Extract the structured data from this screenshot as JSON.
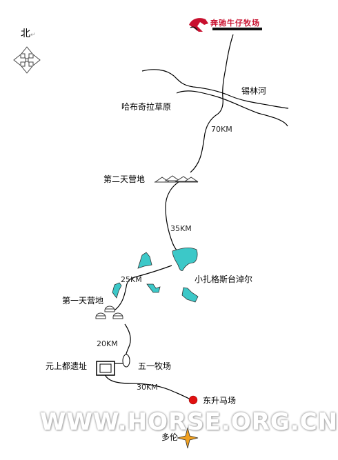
{
  "north": {
    "label": "北",
    "mark": "↵"
  },
  "brand": {
    "name": "奔驰牛仔牧场"
  },
  "places": {
    "river": "锡林河",
    "grassland": "哈布奇拉草原",
    "camp2": "第二天营地",
    "lake": "小扎格斯台淖尔",
    "camp1": "第一天营地",
    "ruins": "元上都遗址",
    "ranch51": "五一牧场",
    "dongsheng": "东升马场",
    "duolun": "多伦"
  },
  "distances": {
    "d70": "70KM",
    "d35": "35KM",
    "d25": "25KM",
    "d20": "20KM",
    "d30": "30KM"
  },
  "watermark": "WWW.HORSE.ORG.CN",
  "colors": {
    "lake": "#3cc8c8",
    "dongsheng": "#e01010",
    "duolun": "#f0a020",
    "brand": "#c8102e"
  }
}
